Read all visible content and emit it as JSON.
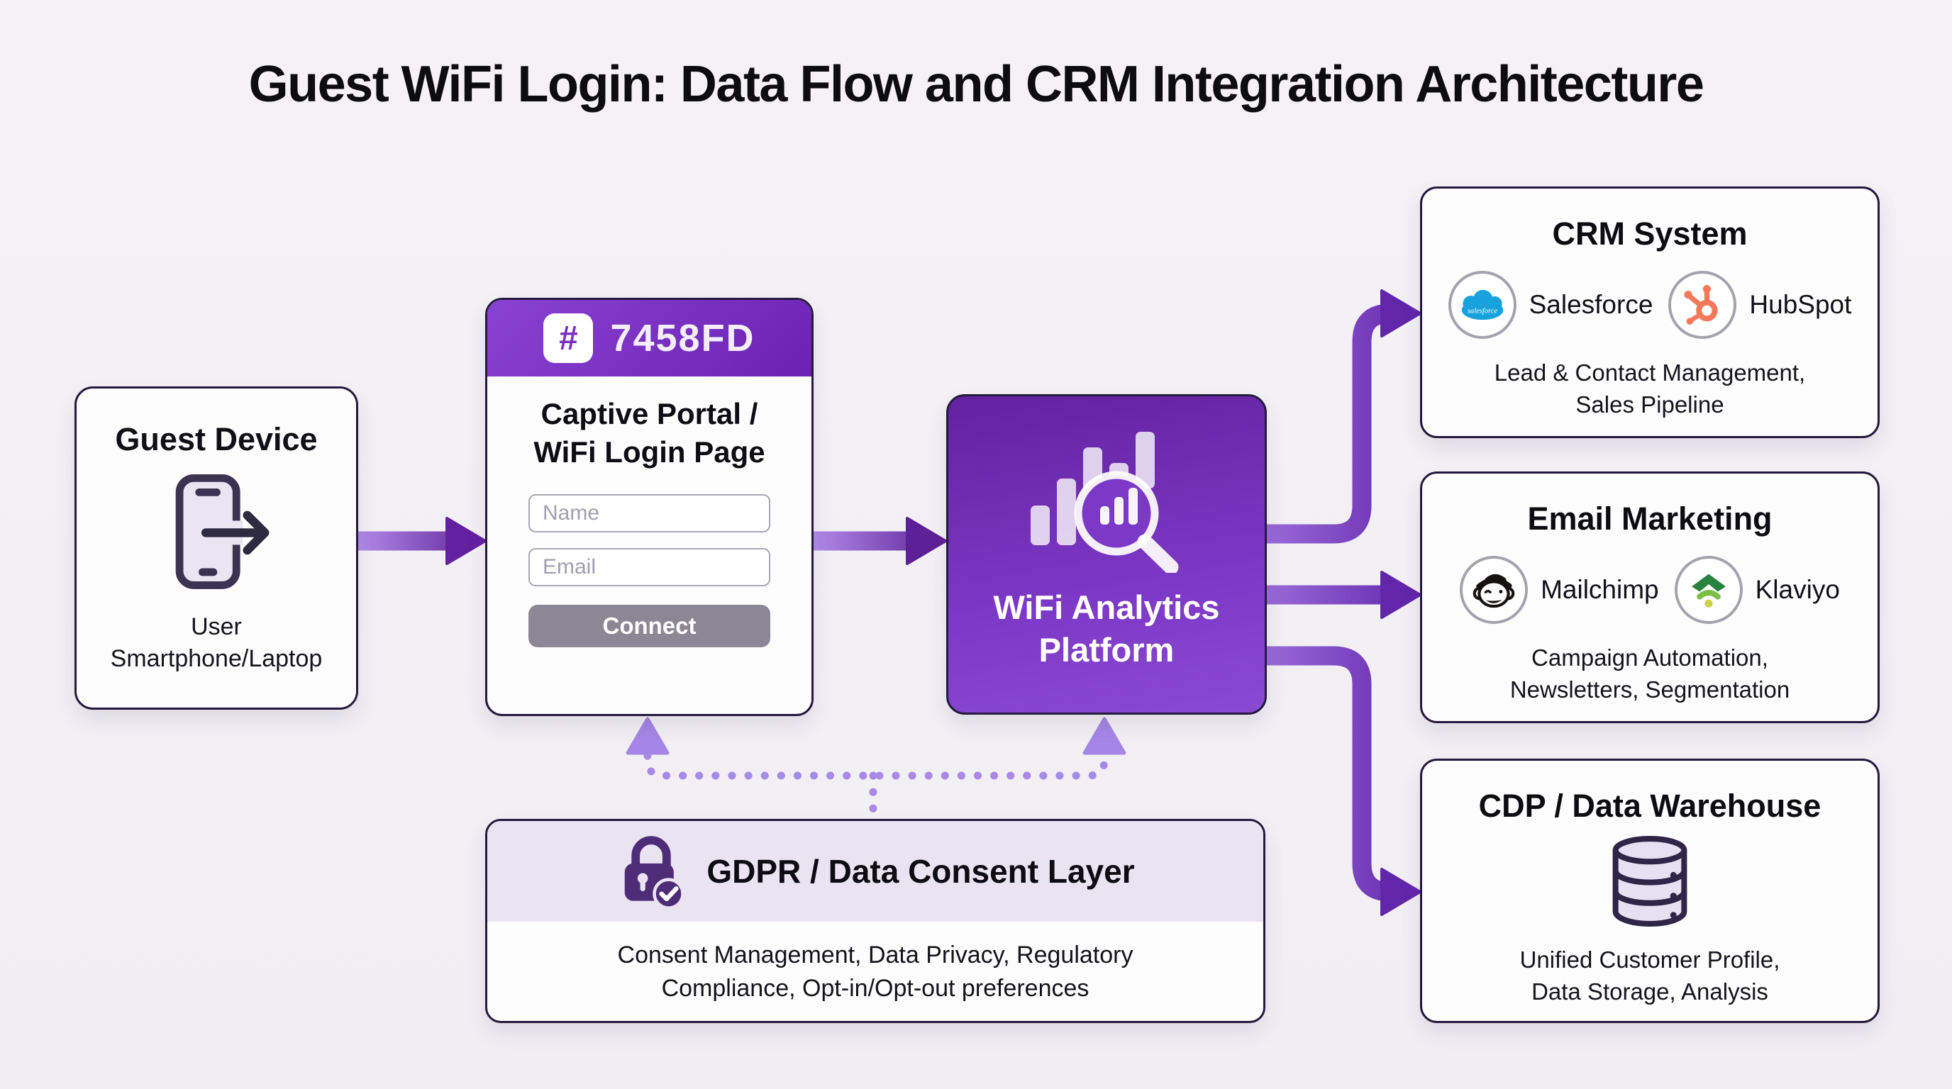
{
  "title": "Guest WiFi Login: Data Flow and CRM Integration Architecture",
  "guest_device": {
    "title": "Guest Device",
    "caption_line1": "User",
    "caption_line2": "Smartphone/Laptop",
    "icon": "smartphone-logout-icon"
  },
  "captive_portal": {
    "hash_symbol": "#",
    "code": "7458FD",
    "title_line1": "Captive Portal /",
    "title_line2": "WiFi Login Page",
    "name_placeholder": "Name",
    "email_placeholder": "Email",
    "connect_label": "Connect"
  },
  "analytics": {
    "title_line1": "WiFi Analytics",
    "title_line2": "Platform",
    "icon": "bar-chart-magnifier-icon"
  },
  "crm": {
    "title": "CRM System",
    "logos": [
      {
        "name": "Salesforce",
        "icon": "salesforce-cloud-logo",
        "logo_text": "salesforce"
      },
      {
        "name": "HubSpot",
        "icon": "hubspot-sprocket-logo"
      }
    ],
    "caption_line1": "Lead & Contact Management,",
    "caption_line2": "Sales Pipeline"
  },
  "email_marketing": {
    "title": "Email Marketing",
    "logos": [
      {
        "name": "Mailchimp",
        "icon": "mailchimp-monkey-logo"
      },
      {
        "name": "Klaviyo",
        "icon": "klaviyo-signal-logo"
      }
    ],
    "caption_line1": "Campaign Automation,",
    "caption_line2": "Newsletters, Segmentation"
  },
  "cdp": {
    "title": "CDP / Data Warehouse",
    "icon": "database-icon",
    "caption_line1": "Unified Customer Profile,",
    "caption_line2": "Data Storage, Analysis"
  },
  "gdpr": {
    "title": "GDPR / Data Consent Layer",
    "icon": "lock-check-icon",
    "caption_line1": "Consent Management, Data Privacy, Regulatory",
    "caption_line2": "Compliance, Opt-in/Opt-out preferences"
  },
  "colors": {
    "arrow_purple_dark": "#6226ab",
    "arrow_purple_light": "#b18ae8",
    "dotted_purple": "#a78ae6",
    "header_purple": "#7a2fc0",
    "analytics_purple": "#7c38c6",
    "salesforce_blue": "#18a2dd",
    "hubspot_orange": "#f4795b",
    "klaviyo_green": "#27823d",
    "connect_gray": "#8b8794",
    "gdpr_lavender": "#eae4f2"
  }
}
